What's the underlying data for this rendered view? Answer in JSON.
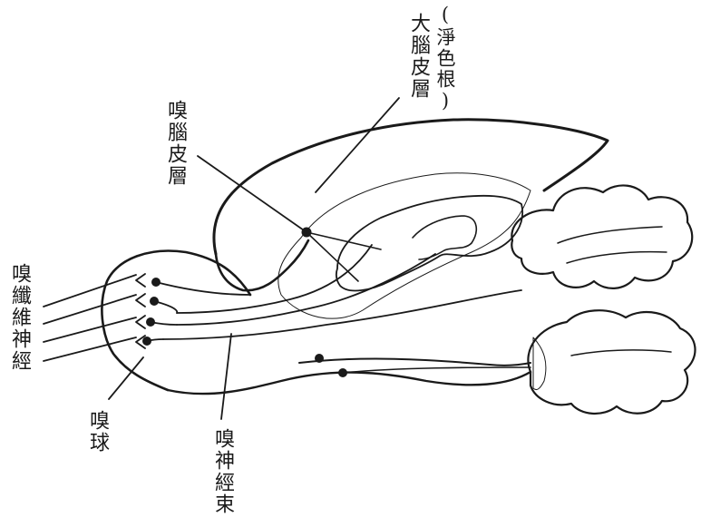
{
  "labels": {
    "cerebral_cortex_note": "(淨色根)",
    "cerebral_cortex": "大腦皮層",
    "olfactory_cortex": "嗅腦皮層",
    "olfactory_nerve_fibers": "嗅纖維神經",
    "olfactory_bulb": "嗅球",
    "olfactory_nerve_tract": "嗅神經束"
  },
  "colors": {
    "ink": "#1a1a1a",
    "paper": "#ffffff"
  }
}
